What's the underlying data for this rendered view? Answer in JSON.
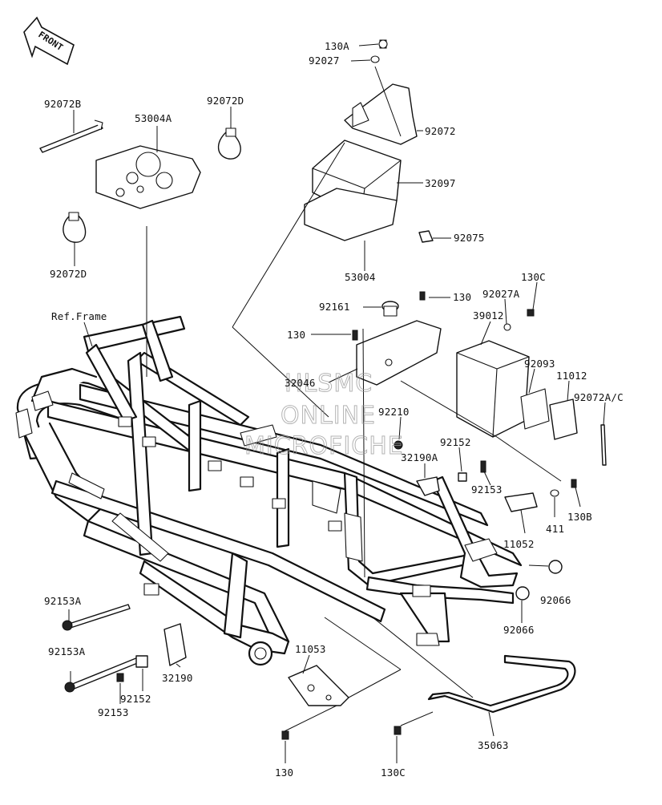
{
  "front_arrow": {
    "text": "FRONT"
  },
  "watermark": [
    "HLSMC",
    "ONLINE",
    "MICROFICHE"
  ],
  "labels": {
    "l_130A": "130A",
    "l_92027": "92027",
    "l_92072B": "92072B",
    "l_53004A": "53004A",
    "l_92072D_top": "92072D",
    "l_92072": "92072",
    "l_32097": "32097",
    "l_92075": "92075",
    "l_92072D_bottom": "92072D",
    "l_53004": "53004",
    "l_130C_top": "130C",
    "l_130_top": "130",
    "l_92027A": "92027A",
    "l_92161": "92161",
    "l_39012": "39012",
    "l_ref_frame": "Ref.Frame",
    "l_130_mid": "130",
    "l_92093": "92093",
    "l_11012": "11012",
    "l_32046": "32046",
    "l_92072AC": "92072A/C",
    "l_92210": "92210",
    "l_92152_top": "92152",
    "l_32190A": "32190A",
    "l_92153_top": "92153",
    "l_130B": "130B",
    "l_411": "411",
    "l_11052": "11052",
    "l_92066_a": "92066",
    "l_92153A_a": "92153A",
    "l_92066_b": "92066",
    "l_11053": "11053",
    "l_92153A_b": "92153A",
    "l_32190": "32190",
    "l_92152_bottom": "92152",
    "l_92153_bottom": "92153",
    "l_35063": "35063",
    "l_130_bottom": "130",
    "l_130C_bottom": "130C"
  }
}
